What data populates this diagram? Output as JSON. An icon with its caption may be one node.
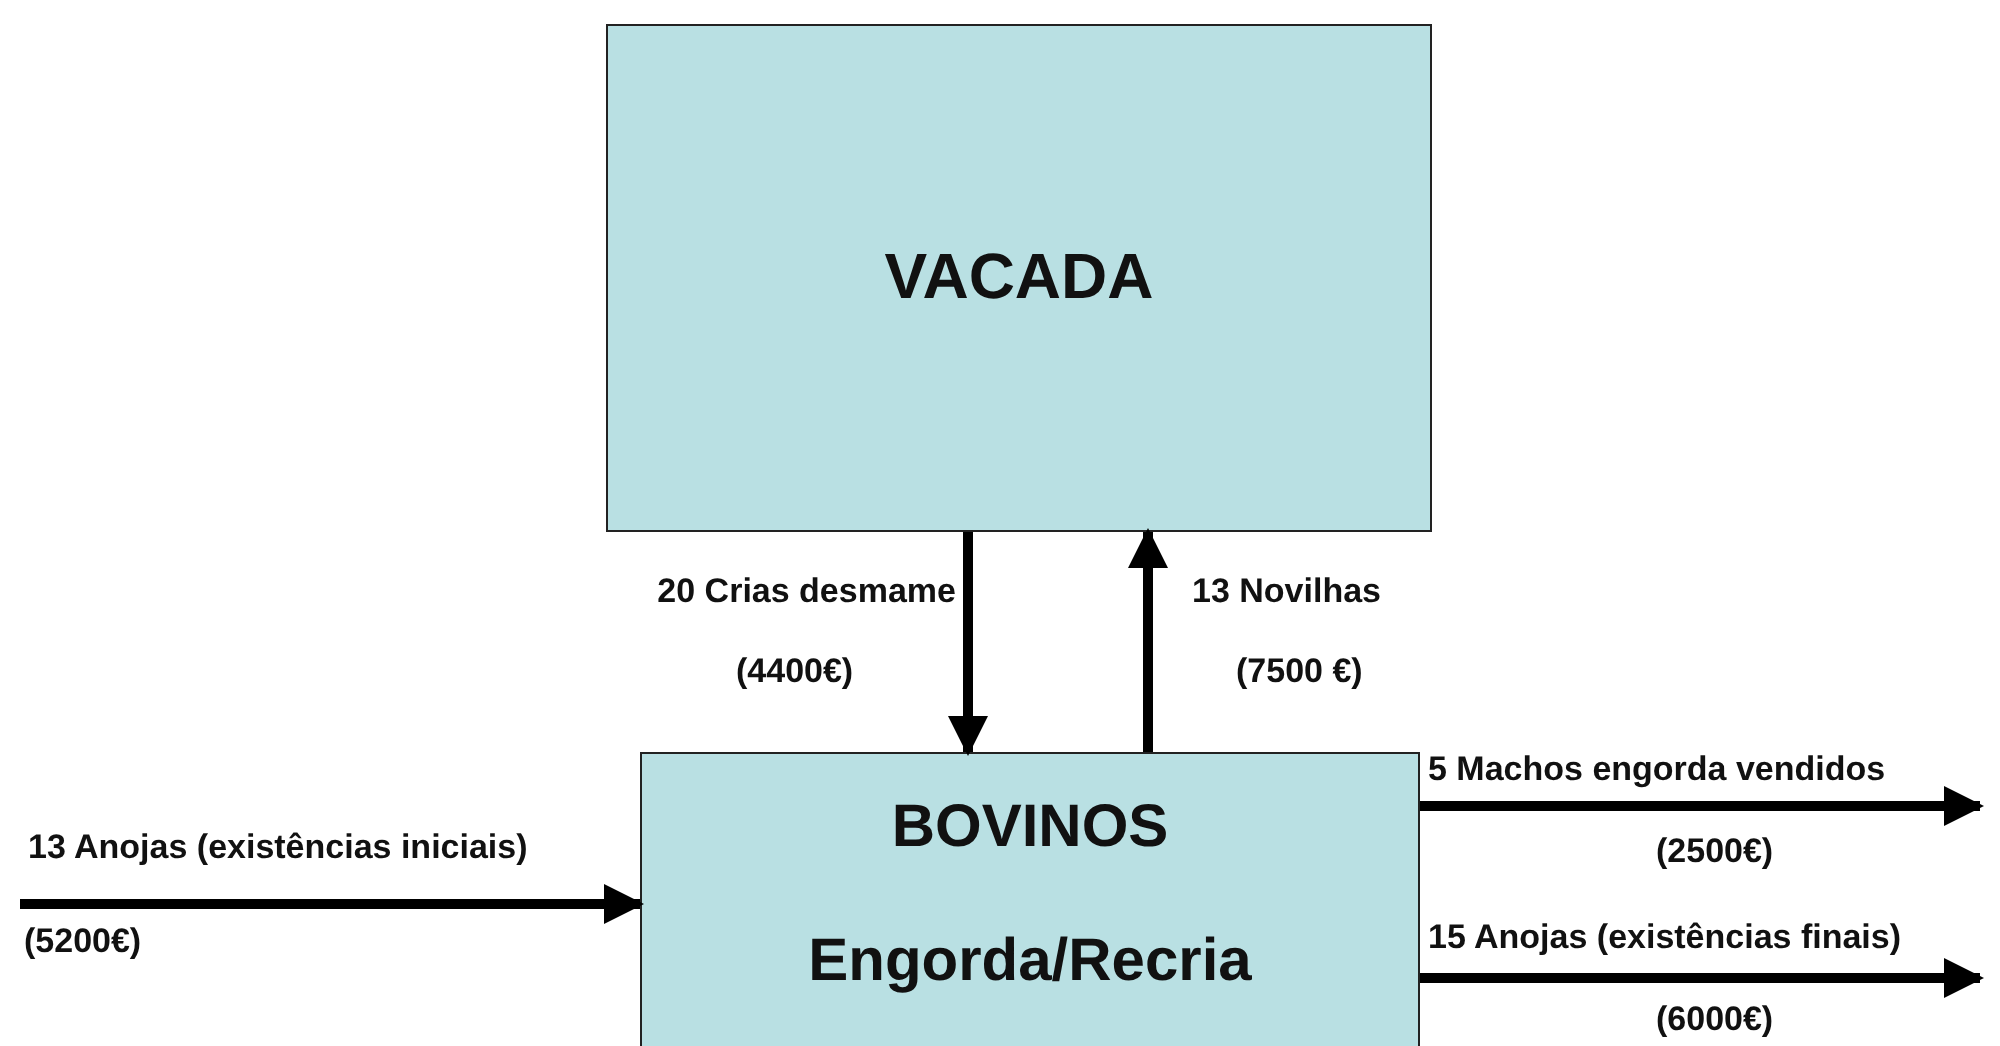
{
  "diagram": {
    "nodes": [
      {
        "text": [
          "VACADA"
        ]
      },
      {
        "text": [
          "BOVINOS",
          "Engorda/Recria"
        ]
      }
    ],
    "edges": [
      {
        "from": 0,
        "to": 1,
        "arrow": "to",
        "label": "20 Crias desmame"
      },
      {
        "from": 1,
        "to": 0,
        "arrow": "to",
        "label": "13 Novilhas"
      },
      {
        "from": null,
        "to": 1,
        "arrow": "to",
        "label": "13 Anojas (existências iniciais)"
      },
      {
        "from": 1,
        "to": null,
        "arrow": "to",
        "label": "5 Machos engorda vendidos"
      },
      {
        "from": 1,
        "to": null,
        "arrow": "to",
        "label": "15 Anojas (existências finais)"
      }
    ],
    "labels": [
      "(4400€)",
      "(7500 €)",
      "(2500€)",
      "(5200€)",
      "(6000€)"
    ]
  }
}
